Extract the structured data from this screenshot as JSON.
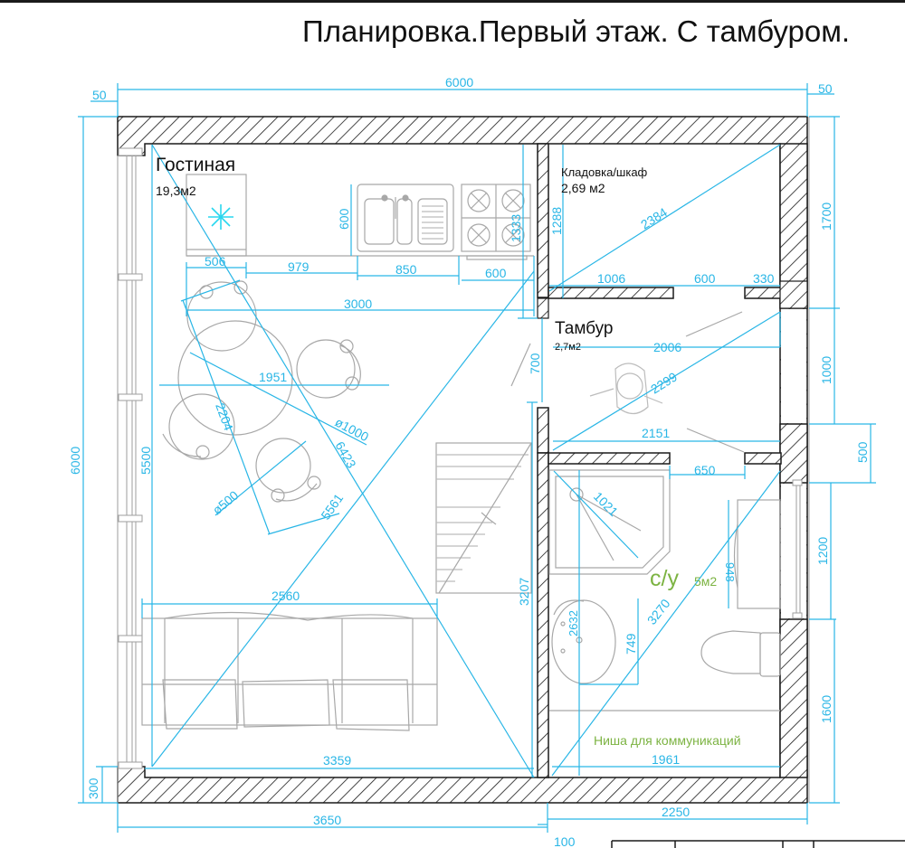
{
  "title": "Планировка.Первый этаж. С тамбуром.",
  "colors": {
    "dimension": "#29b6e6",
    "wall_outline": "#1a1a1a",
    "furniture": "#a8a8a8",
    "green_label": "#7cb342",
    "text": "#111111"
  },
  "rooms": {
    "living": {
      "name": "Гостиная",
      "area": "19,3м2"
    },
    "storage": {
      "name": "Кладовка/шкаф",
      "area": "2,69 м2"
    },
    "vestibule": {
      "name": "Тамбур",
      "area": "2,7м2"
    },
    "bathroom": {
      "name": "с/у",
      "area": "5м2"
    },
    "niche": {
      "name": "Ниша для коммуникаций"
    }
  },
  "dimensions": {
    "top_total": "6000",
    "top_left_offset": "50",
    "top_right_offset": "50",
    "left_total": "6000",
    "left_inner": "5500",
    "left_bottom": "300",
    "right_1": "1700",
    "right_2": "1000",
    "right_3": "500",
    "right_4": "1200",
    "right_5": "1600",
    "bottom_left": "3650",
    "bottom_right": "2250",
    "bottom_small": "100",
    "kitchen_fridge": "506",
    "kitchen_gap": "979",
    "kitchen_sink": "850",
    "kitchen_stove": "600",
    "kitchen_depth": "600",
    "kitchen_width": "3000",
    "kitchen_side": "1333",
    "table_span": "1951",
    "table_diag": "2204",
    "table_diameter": "ø1000",
    "stool_diameter": "ø500",
    "living_diag_1": "6423",
    "living_diag_2": "5561",
    "sofa_width": "2560",
    "living_bottom": "3359",
    "stair_height": "3207",
    "storage_height": "1288",
    "storage_diag": "2384",
    "storage_bottom_1": "1006",
    "storage_door": "600",
    "storage_bottom_2": "330",
    "vestibule_door": "700",
    "vestibule_top": "2006",
    "vestibule_diag": "2299",
    "vestibule_bottom": "2151",
    "bath_door": "650",
    "shower_diag": "1021",
    "bath_vertical": "2632",
    "bath_diag": "3270",
    "bath_tub": "948",
    "sink_depth": "749",
    "bath_bottom": "1961"
  }
}
